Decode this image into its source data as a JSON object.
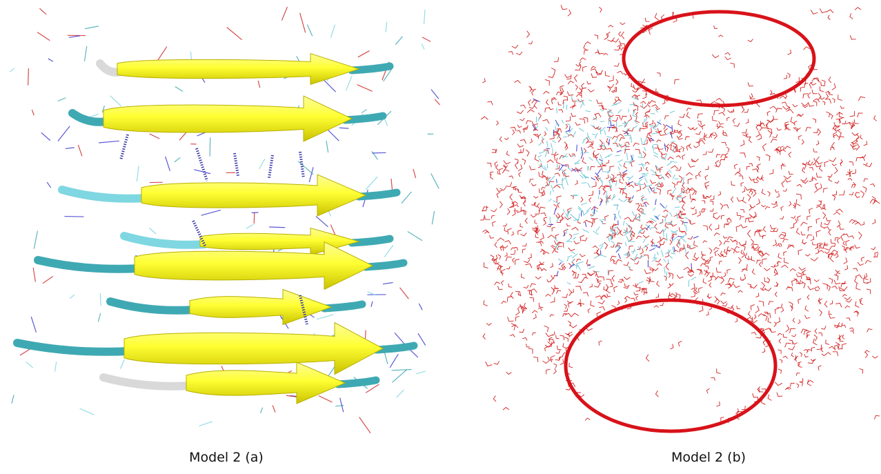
{
  "figure": {
    "panels": [
      {
        "id": "a",
        "caption": "Model 2 (a)",
        "depiction": "beta-sheet-ribbon-stack",
        "strand_color": "#ffff33",
        "tail_color": "#3fa9b3",
        "tail_light_color": "#7fd7e1",
        "hbond_color": "#3a3aa8"
      },
      {
        "id": "b",
        "caption": "Model 2 (b)",
        "depiction": "water-box-with-peptide",
        "water_color": "#d21f1f",
        "peptide_color": "#6fc7d6",
        "highlight_color": "#d8121a"
      }
    ]
  }
}
